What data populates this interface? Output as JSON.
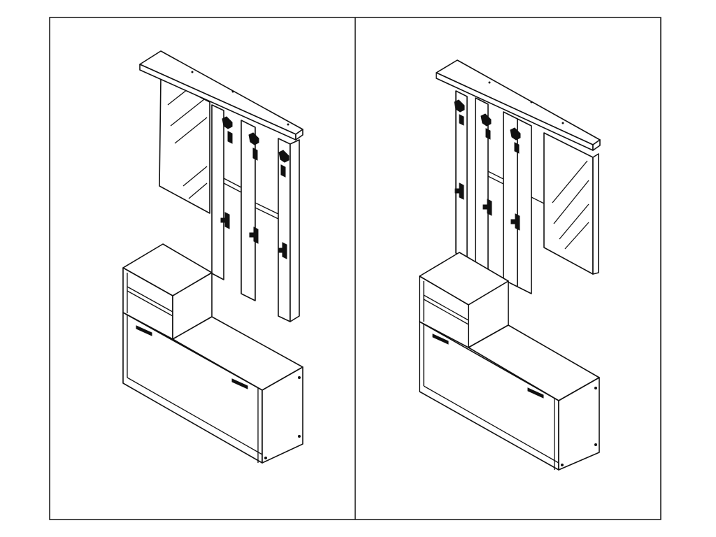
{
  "figure": {
    "views": [
      {
        "id": "left-view",
        "mirror_side": "left",
        "hook_panels": 3
      },
      {
        "id": "right-view",
        "mirror_side": "right",
        "hook_panels": 3
      }
    ],
    "colors": {
      "line": "#111111",
      "background": "#ffffff"
    }
  }
}
